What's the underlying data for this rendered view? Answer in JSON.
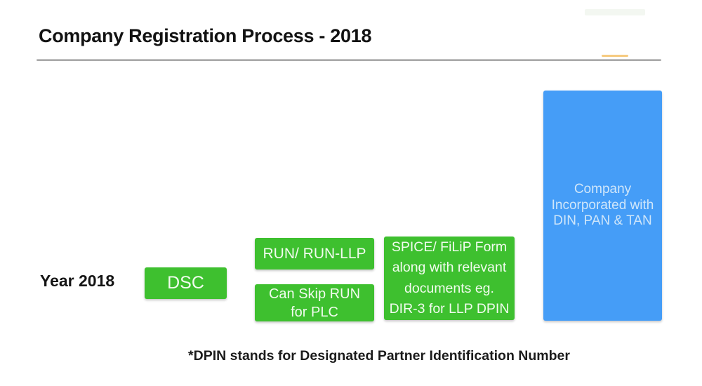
{
  "title": "Company Registration Process - 2018",
  "year_label": "Year 2018",
  "footnote": "*DPIN stands for Designated Partner Identification Number",
  "process": {
    "steps": [
      {
        "name": "dsc",
        "label": "DSC"
      },
      {
        "name": "run",
        "label": "RUN/ RUN-LLP"
      },
      {
        "name": "skip-run",
        "label": "Can Skip RUN\nfor PLC"
      },
      {
        "name": "spice",
        "label": "SPICE/ FiLiP Form\nalong with relevant\ndocuments eg.\nDIR-3 for LLP DPIN"
      },
      {
        "name": "incorporated",
        "label": "Company\nIncorporated with\nDIN, PAN & TAN"
      }
    ]
  },
  "colors": {
    "step_green": "#3ec02f",
    "result_blue": "#459df7",
    "green_box_text": "#f1fbee",
    "blue_box_text": "#cfe6fa",
    "heading_text": "#121212",
    "divider_gray": "#b0b0b0",
    "accent_tick_orange": "#f4c26a",
    "background": "#ffffff"
  }
}
